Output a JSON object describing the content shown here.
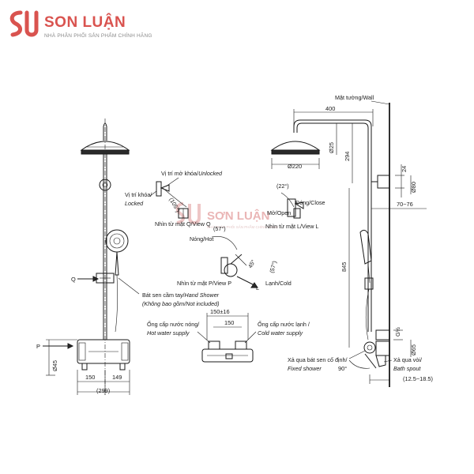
{
  "brand": {
    "name": "SON LUẬN",
    "tagline": "NHÀ PHÂN PHỐI SẢN PHẨM CHÍNH HÃNG",
    "logo_color": "#d9534f",
    "text_color": "#d9534f"
  },
  "watermark": {
    "name": "SƠN LUẬN",
    "tagline": "NHÀ PHÂN PHỐI SẢN PHẨM CHÍNH HÃNG"
  },
  "left_view": {
    "label_q": "Q",
    "label_p": "P",
    "hand_shower_vi": "Bát sen cầm tay/",
    "hand_shower_en": "Hand Shower",
    "hand_shower_note": "(Không bao gồm/Not included)",
    "dim_height": "Ø45",
    "dim_left": "150",
    "dim_right": "149",
    "dim_total": "(299)"
  },
  "view_q": {
    "unlocked_vi": "Vị trí mở khóa/",
    "unlocked_en": "Unlocked",
    "locked_vi": "Vị trí khóa/",
    "locked_en": "Locked",
    "angle": "(105°)",
    "caption": "Nhìn từ mặt Q/View Q"
  },
  "view_l": {
    "angle": "(22°)",
    "open": "Mở/Open",
    "close": "Đóng/Close",
    "caption": "Nhìn từ mặt L/View L"
  },
  "view_p": {
    "hot": "Nóng/Hot",
    "cold": "Lạnh/Cold",
    "angle_top": "(57°)",
    "angle_mid": "45°",
    "angle_right": "(57°)",
    "caption": "Nhìn từ mặt P/View P",
    "label_l": "L"
  },
  "bottom_view": {
    "dim_top": "150±16",
    "dim_inner": "150",
    "hot_vi": "Ống cấp nước nóng/",
    "hot_en": "Hot water supply",
    "cold_vi": "Ống cấp nước lạnh /",
    "cold_en": "Cold water supply"
  },
  "right_view": {
    "wall": "Mặt tường/Wall",
    "dim_400": "400",
    "dim_d25": "Ø25",
    "dim_294": "294",
    "dim_220": "Ø220",
    "dim_24": "24",
    "dim_80": "Ø80",
    "dim_70_76": "70~76",
    "dim_845": "845",
    "dim_g12": "G½",
    "dim_65": "Ø65",
    "dim_90": "90°",
    "fixed_vi": "Xả qua bát sen cố định/",
    "fixed_en": "Fixed shower",
    "spout_vi": "Xả qua vòi/",
    "spout_en": "Bath spout",
    "dim_range": "(12.5~18.5)"
  }
}
